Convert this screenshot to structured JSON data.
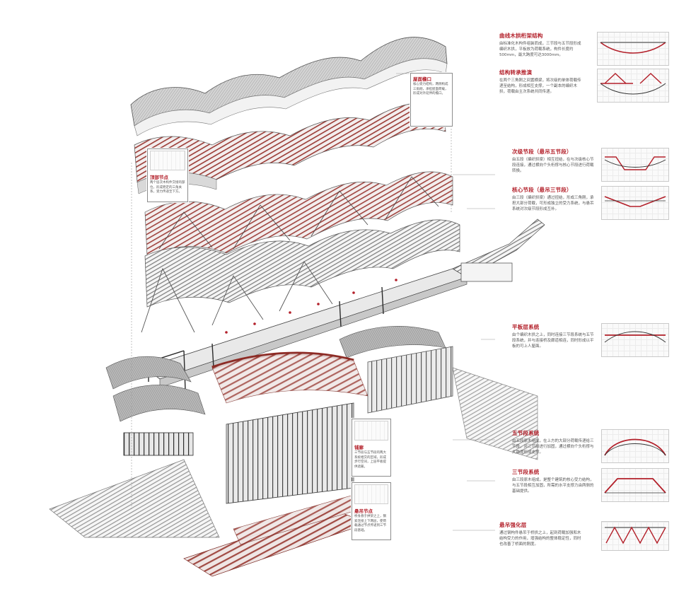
{
  "notes": [
    {
      "id": "n1",
      "title": "曲线木拱桁架结构",
      "desc": "由标准化木构件组装而成，三节段与五节段形成编织木拱，平板放为荷载系统，构件长度约500mm，最大跨度可达3000mm。"
    },
    {
      "id": "n2",
      "title": "结构转承推演",
      "desc": "在两个三角刚之间置横梁，将次级的单体荷载传递至结构，形成相互支撑，一个副本的编织木拱，荷载由主次系统共同传递。"
    },
    {
      "id": "n3",
      "title": "次级节段（悬吊五节段）",
      "desc": "由五段（编织拱梁）相互扭结，在与次级核心节段连接，通过横向个头桁撑与核心节段进行荷载转换。"
    },
    {
      "id": "n4",
      "title": "核心节段（悬吊三节段）",
      "desc": "由三段（编织拱梁）通过扭结，形成三角刚，承担大部分荷载，可形成独立的受力系统，与悬吊系统对次级节段形成互补。"
    },
    {
      "id": "n5",
      "title": "平板层系统",
      "desc": "由个编织木拱之上，同时连接三节段系统与五节段系统，并与连接桥及廊道相连，同时形成以平板的可上人屋面。"
    },
    {
      "id": "n6",
      "title": "五节段系统",
      "desc": "由五段原木组成，在上方的大部分荷载传递给三节段，对三节段进行加固，通过横向个头桁撑与大跨度形成支撑。"
    },
    {
      "id": "n7",
      "title": "三节段系统",
      "desc": "由三段原木组成，是整个建筑的核心受力结构，与五节段相互加固，所需的水平支撑力由两侧的基础提供。"
    },
    {
      "id": "n8",
      "title": "悬吊强化层",
      "desc": "通过钢构件悬吊于桥拱之上，起到荷载加强和木结构受力的作用，增强结构的整体稳定性，同时也改善了桥面的刚度。"
    }
  ],
  "callouts": [
    {
      "id": "c1",
      "title": "屋面檐口",
      "desc": "核心受力结构，两侧构成三角刚，承担屋面荷载，形成对外延伸的檐口。"
    },
    {
      "id": "c2",
      "title": "顶部节点",
      "desc": "两个层次木构件交接的部位，形成稳定的三角关系，受力传递至下方。"
    },
    {
      "id": "c3",
      "title": "铺廊",
      "desc": "三节段与五节段的两大系统相交的区域，形成步行空间，上层平板提供遮蔽。"
    },
    {
      "id": "c4",
      "title": "悬吊节点",
      "desc": "桥身悬于拱架之上，钢索连接上下两层，使荷载通过节点传递到三节段基础。"
    }
  ],
  "colors": {
    "accent": "#b3202a",
    "roof": "#bdbdbd",
    "timber_red": "#a63a33",
    "timber_light": "#d9a8a2",
    "line": "#4a4a4a",
    "glass": "#3b3b3b"
  }
}
